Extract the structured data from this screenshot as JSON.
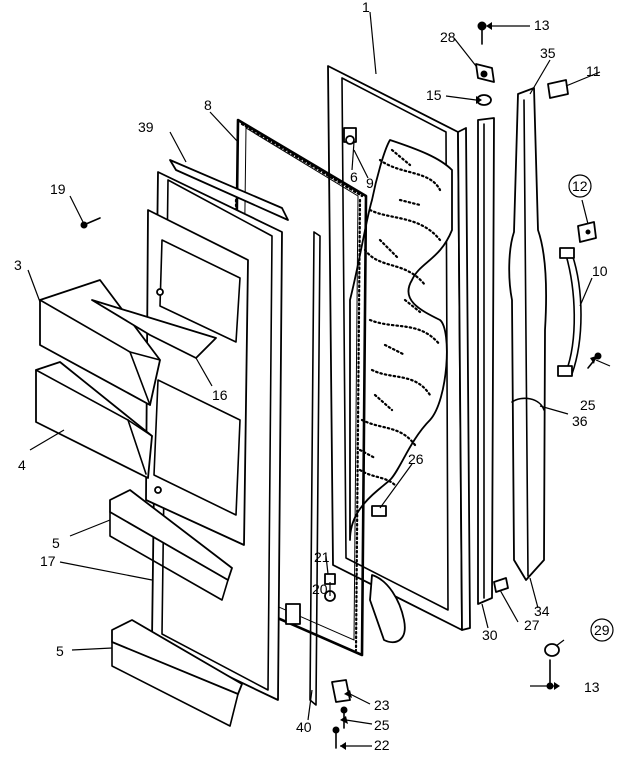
{
  "callouts": {
    "c1": "1",
    "c3": "3",
    "c4": "4",
    "c5a": "5",
    "c5b": "5",
    "c6": "6",
    "c8": "8",
    "c9": "9",
    "c10": "10",
    "c11": "11",
    "c12": "12",
    "c13a": "13",
    "c13b": "13",
    "c15": "15",
    "c16": "16",
    "c17": "17",
    "c19": "19",
    "c20": "20",
    "c21": "21",
    "c22": "22",
    "c23": "23",
    "c25a": "25",
    "c25b": "25",
    "c26": "26",
    "c27": "27",
    "c28": "28",
    "c29": "29",
    "c30": "30",
    "c34": "34",
    "c35": "35",
    "c36": "36",
    "c39": "39",
    "c40": "40"
  },
  "circled_callouts": [
    "12",
    "29"
  ],
  "colors": {
    "ink": "#000000",
    "paper": "#ffffff"
  }
}
